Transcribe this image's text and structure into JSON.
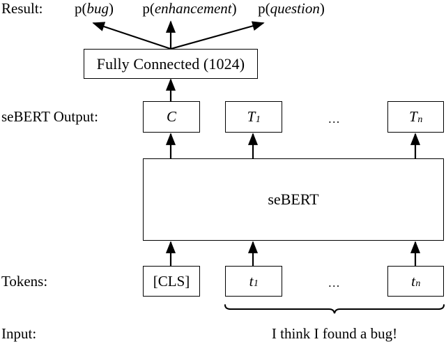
{
  "diagram": {
    "title_rows": {
      "result_label": "Result:",
      "sebert_output_label": "seBERT Output:",
      "tokens_label": "Tokens:",
      "input_label": "Input:"
    },
    "outputs": [
      {
        "prefix": "p(",
        "name": "bug",
        "suffix": ")"
      },
      {
        "prefix": "p(",
        "name": "enhancement",
        "suffix": ")"
      },
      {
        "prefix": "p(",
        "name": "question",
        "suffix": ")"
      }
    ],
    "fully_connected": {
      "label": "Fully Connected (1024)"
    },
    "sebert_block": {
      "label": "seBERT"
    },
    "output_boxes": [
      {
        "base": "C",
        "sub": ""
      },
      {
        "base": "T",
        "sub": "1"
      },
      {
        "base": "T",
        "sub": "n"
      }
    ],
    "output_ellipsis": "...",
    "token_boxes": [
      {
        "base": "[CLS]",
        "sub": ""
      },
      {
        "base": "t",
        "sub": "1"
      },
      {
        "base": "t",
        "sub": "n"
      }
    ],
    "token_ellipsis": "...",
    "input_sentence": "I think I found a bug!",
    "colors": {
      "background": "#ffffff",
      "stroke": "#000000",
      "text": "#000000"
    }
  }
}
